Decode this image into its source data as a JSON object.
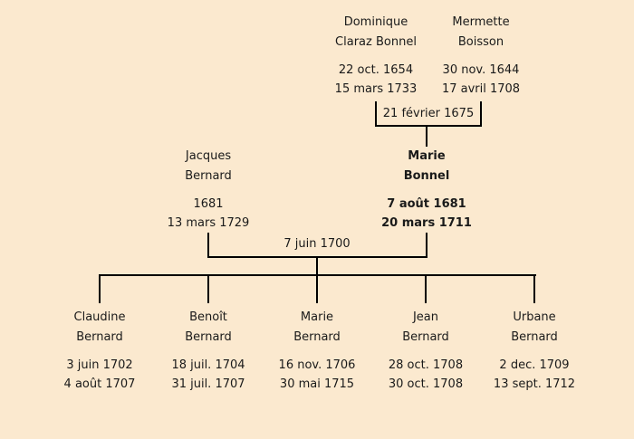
{
  "page": {
    "background_color": "#fbe9cf",
    "line_color": "#000000",
    "text_color": "#1a1a1a"
  },
  "generation1": {
    "father": {
      "name_line1": "Dominique",
      "name_line2": "Claraz Bonnel",
      "birth_date": "22 oct. 1654",
      "death_date": "15 mars 1733"
    },
    "mother": {
      "name_line1": "Mermette",
      "name_line2": "Boisson",
      "birth_date": "30 nov. 1644",
      "death_date": "17 avril 1708"
    },
    "marriage_date": "21 février 1675"
  },
  "generation2": {
    "father": {
      "name_line1": "Jacques",
      "name_line2": "Bernard",
      "birth_date": "1681",
      "death_date": "13 mars 1729"
    },
    "mother": {
      "name_line1": "Marie",
      "name_line2": "Bonnel",
      "birth_date": "7 août 1681",
      "death_date": "20 mars 1711",
      "emphasis": "bold"
    },
    "marriage_date": "7 juin 1700"
  },
  "generation3": {
    "children": [
      {
        "name_line1": "Claudine",
        "name_line2": "Bernard",
        "birth_date": "3 juin 1702",
        "death_date": "4 août 1707"
      },
      {
        "name_line1": "Benoît",
        "name_line2": "Bernard",
        "birth_date": "18 juil. 1704",
        "death_date": "31 juil. 1707"
      },
      {
        "name_line1": "Marie",
        "name_line2": "Bernard",
        "birth_date": "16 nov. 1706",
        "death_date": "30 mai 1715"
      },
      {
        "name_line1": "Jean",
        "name_line2": "Bernard",
        "birth_date": "28 oct. 1708",
        "death_date": "30 oct. 1708"
      },
      {
        "name_line1": "Urbane",
        "name_line2": "Bernard",
        "birth_date": "2 dec. 1709",
        "death_date": "13 sept. 1712"
      }
    ]
  }
}
